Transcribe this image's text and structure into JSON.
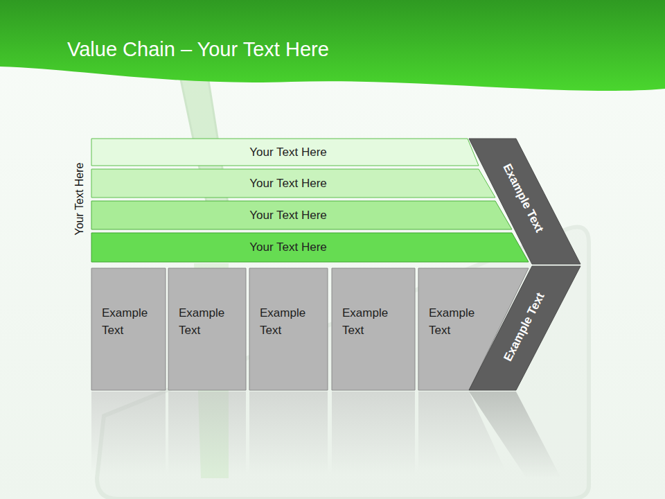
{
  "diagram": {
    "title": "Value Chain – Your Text Here",
    "nodes": [
      {
        "text": [
          "Your Text Here"
        ]
      },
      {
        "text": [
          "Your Text Here"
        ]
      },
      {
        "text": [
          "Your Text Here"
        ]
      },
      {
        "text": [
          "Your Text Here"
        ]
      },
      {
        "text": [
          "Example Text"
        ]
      },
      {
        "text": [
          "Example Text"
        ]
      },
      {
        "text": [
          "Example Text"
        ]
      },
      {
        "text": [
          "Example Text"
        ]
      },
      {
        "text": [
          "Example Text"
        ]
      },
      {
        "text": [
          "Example Text"
        ]
      },
      {
        "text": [
          "Example Text"
        ]
      }
    ],
    "labels": [
      "Your Text Here"
    ]
  }
}
